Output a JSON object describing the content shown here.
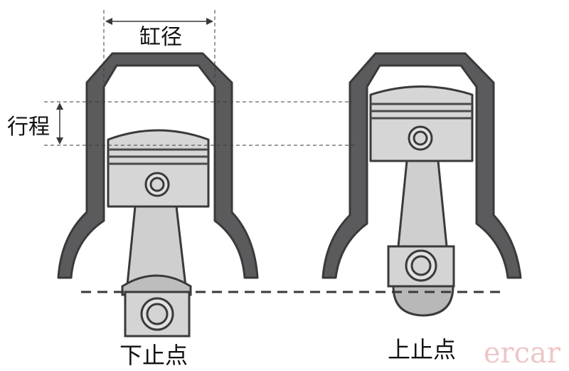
{
  "labels": {
    "bore": "缸径",
    "stroke": "行程",
    "bdc": "下止点",
    "tdc": "上止点"
  },
  "watermark": "ercar",
  "colors": {
    "cylinder": "#5b5b5d",
    "outline": "#3a3a3a",
    "piston": "#d6d6d6",
    "piston_dark": "#c2c2c2",
    "ring": "#4a4a4a",
    "dash": "#3a3a3a",
    "watermark": "#e8b4b4"
  },
  "icons": {
    "cylinder": "cylinder-head-shape",
    "piston": "piston-shape",
    "rod": "connecting-rod-shape"
  }
}
